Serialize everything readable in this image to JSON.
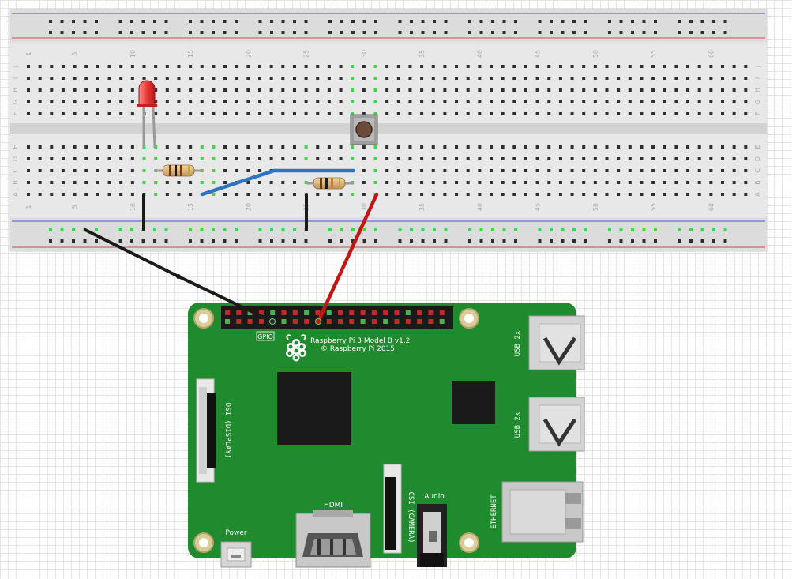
{
  "breadboard": {
    "column_labels": [
      "1",
      "5",
      "10",
      "15",
      "20",
      "25",
      "30",
      "35",
      "40",
      "45",
      "50",
      "55",
      "60"
    ],
    "row_labels_top": [
      "J",
      "I",
      "H",
      "G",
      "F"
    ],
    "row_labels_bottom": [
      "E",
      "D",
      "C",
      "B",
      "A"
    ]
  },
  "pi": {
    "model_text": "Raspberry Pi 3 Model B v1.2",
    "copyright_text": "© Raspberry Pi 2015",
    "gpio_label": "GPIO",
    "dsi_label": "DSI (DISPLAY)",
    "csi_label": "CSI (CAMERA)",
    "hdmi_label": "HDMI",
    "audio_label": "Audio",
    "power_label": "Power",
    "usb_label_1": "USB 2x",
    "usb_label_2": "USB 2x",
    "ethernet_label": "ETHERNET"
  },
  "colors": {
    "board_green": "#1f8a2e",
    "wire_black": "#1a1a1a",
    "wire_red": "#c41414",
    "wire_blue": "#2f74c0",
    "led_red": "#e83a3a",
    "active_hole": "#3fd64a"
  }
}
